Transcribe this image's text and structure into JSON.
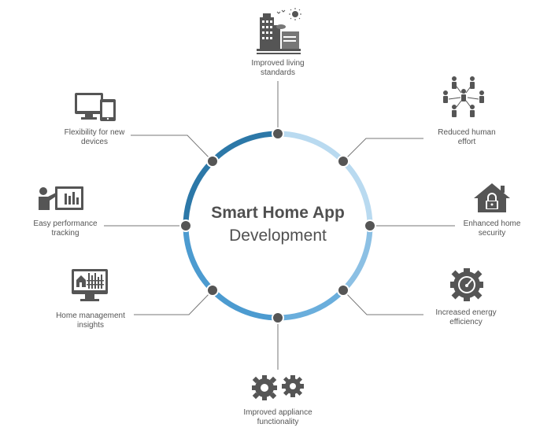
{
  "title": "Smart Home App",
  "subtitle": "Development",
  "colors": {
    "ring_dark": "#2c78a8",
    "ring_mid": "#4c9bd0",
    "ring_light": "#b9daf0",
    "node": "#555555",
    "icon": "#555555",
    "line": "#777777"
  },
  "benefits": [
    {
      "id": "living",
      "label": "Improved living\nstandards",
      "icon": "city-icon"
    },
    {
      "id": "effort",
      "label": "Reduced human\neffort",
      "icon": "people-network-icon"
    },
    {
      "id": "security",
      "label": "Enhanced home\nsecurity",
      "icon": "house-lock-icon"
    },
    {
      "id": "energy",
      "label": "Increased energy\nefficiency",
      "icon": "gauge-gear-icon"
    },
    {
      "id": "appliance",
      "label": "Improved appliance\nfunctionality",
      "icon": "gears-icon"
    },
    {
      "id": "insights",
      "label": "Home management\ninsights",
      "icon": "monitor-dashboard-icon"
    },
    {
      "id": "tracking",
      "label": "Easy performance\ntracking",
      "icon": "presenter-chart-icon"
    },
    {
      "id": "devices",
      "label": "Flexibility for new\ndevices",
      "icon": "devices-icon"
    }
  ]
}
